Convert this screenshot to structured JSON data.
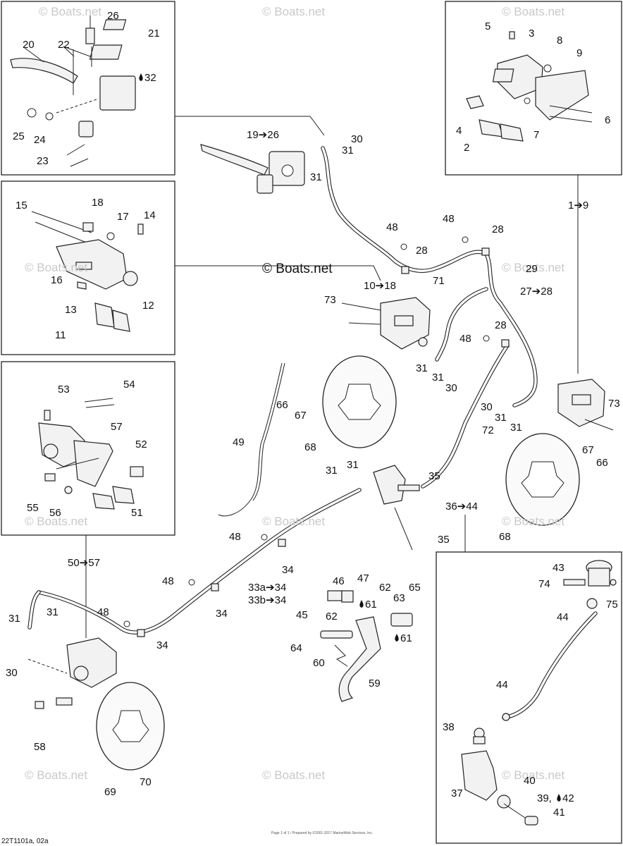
{
  "watermark": "© Boats.net",
  "center_watermark": "© Boats.net",
  "figure_id": "22T1101a, 02a",
  "footer_line": "Page 1 of 1 / Prepared by ©2001-2017 MarineWeb Services, Inc.",
  "labels": {
    "l1": "1➔9",
    "l2": "2",
    "l3": "3",
    "l4": "4",
    "l5": "5",
    "l6": "6",
    "l7": "7",
    "l8": "8",
    "l9": "9",
    "l10": "10➔18",
    "l11": "11",
    "l12": "12",
    "l13": "13",
    "l14": "14",
    "l15": "15",
    "l16": "16",
    "l17": "17",
    "l18": "18",
    "l19": "19➔26",
    "l20": "20",
    "l21": "21",
    "l22": "22",
    "l23": "23",
    "l24": "24",
    "l25": "25",
    "l26": "26",
    "l27": "27➔28",
    "l28": "28",
    "l29": "29",
    "l30": "30",
    "l31": "31",
    "l32": "32",
    "l33a": "33a➔34",
    "l33b": "33b➔34",
    "l34": "34",
    "l35": "35",
    "l36": "36➔44",
    "l37": "37",
    "l38": "38",
    "l39": "39,",
    "l40": "40",
    "l41": "41",
    "l42": "42",
    "l43": "43",
    "l44": "44",
    "l45": "45",
    "l46": "46",
    "l47": "47",
    "l48": "48",
    "l49": "49",
    "l50": "50➔57",
    "l51": "51",
    "l52": "52",
    "l53": "53",
    "l54": "54",
    "l55": "55",
    "l56": "56",
    "l57": "57",
    "l58": "58",
    "l59": "59",
    "l60": "60",
    "l61": "61",
    "l62": "62",
    "l63": "63",
    "l64": "64",
    "l65": "65",
    "l66": "66",
    "l67": "67",
    "l68": "68",
    "l69": "69",
    "l70": "70",
    "l71": "71",
    "l72": "72",
    "l73": "73",
    "l74": "74",
    "l75": "75"
  }
}
